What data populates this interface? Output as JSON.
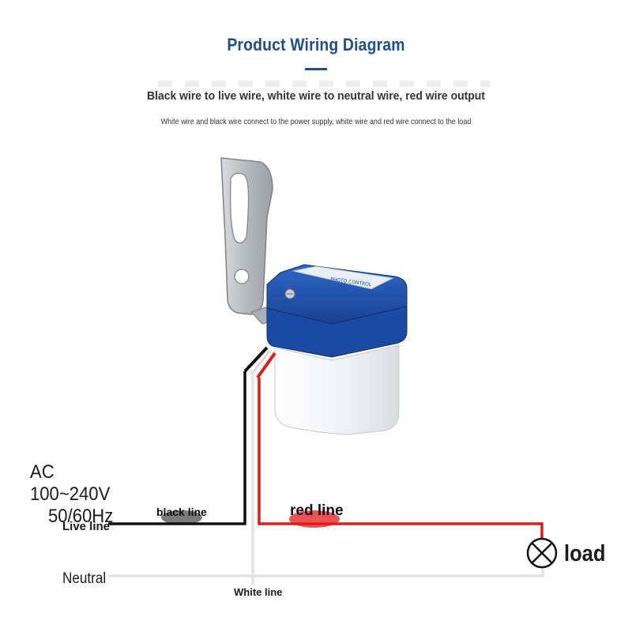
{
  "header": {
    "title": "Product Wiring Diagram",
    "subtitle": "Black wire to live wire, white wire to neutral wire, red wire output",
    "note": "White wire and black wire connect to the power supply, white wire and red wire connect to the load"
  },
  "power": {
    "voltage": "AC 100~240V",
    "frequency": "50/60Hz"
  },
  "labels": {
    "live": "Live line",
    "neutral": "Neutral",
    "black_wire": "black line",
    "red_wire": "red line",
    "white_wire": "White line",
    "load": "load",
    "sensor_sticker": "PHOTO CONTROL"
  },
  "colors": {
    "title": "#1f4e8c",
    "black_wire": "#111111",
    "red_wire": "#e11a1a",
    "white_wire": "#e9e9e9",
    "housing": "#1d4fa8",
    "dome": "#f4f5f7",
    "bracket": "#b7bcc1"
  },
  "icons": {
    "load": "lamp-symbol-icon"
  }
}
